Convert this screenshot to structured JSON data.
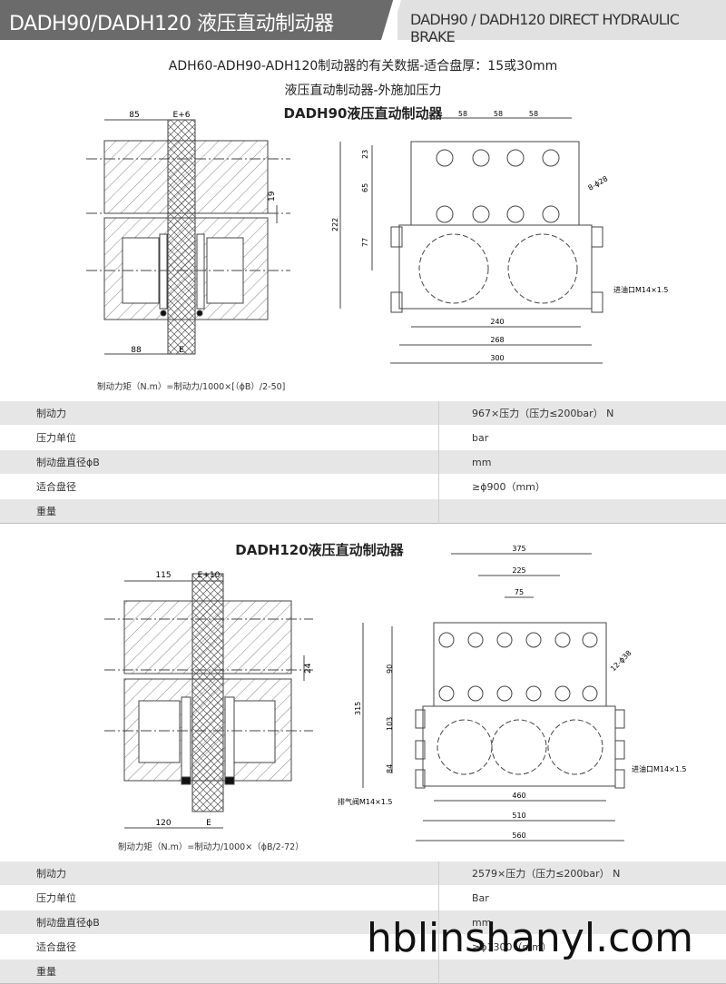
{
  "banner": {
    "title": "DADH90/DADH120 液压直动制动器",
    "title_en": "DADH90 / DADH120 DIRECT HYDRAULIC BRAKE"
  },
  "intro": {
    "line1": "ADH60-ADH90-ADH120制动器的有关数据-适合盘厚：15或30mm",
    "line2": "液压直动制动器-外施加压力"
  },
  "dadh90": {
    "title": "DADH90液压直动制动器",
    "dims_left": {
      "top": "85",
      "top_e": "E+6",
      "gap": "19",
      "bottom": "88",
      "bottom_e": "E"
    },
    "dims_right": {
      "col": "58",
      "r1": "23",
      "r2": "65",
      "r3": "77",
      "height": "222",
      "holes": "8-ϕ28",
      "port": "进油口M14×1.5",
      "w1": "240",
      "w2": "268",
      "w3": "300"
    },
    "formula": "制动力矩（N.m）=制动力/1000×[（ϕB）/2-50]",
    "spec": [
      {
        "label": "制动力",
        "value": "967×压力（压力≤200bar） N"
      },
      {
        "label": "压力单位",
        "value": "bar"
      },
      {
        "label": "制动盘直径ϕB",
        "value": "mm"
      },
      {
        "label": "适合盘径",
        "value": "≥ϕ900（mm）"
      },
      {
        "label": "重量",
        "value": ""
      }
    ]
  },
  "dadh120": {
    "title": "DADH120液压直动制动器",
    "dims_left": {
      "top": "115",
      "top_e": "E+10",
      "gap": "24",
      "bottom": "120",
      "bottom_e": "E"
    },
    "dims_right": {
      "w_top1": "375",
      "w_top2": "225",
      "w_top3": "75",
      "r1": "90",
      "r2": "103",
      "r3": "84",
      "height": "315",
      "holes": "12-ϕ38",
      "port": "进油口M14×1.5",
      "vent": "排气阀M14×1.5",
      "w1": "460",
      "w2": "510",
      "w3": "560"
    },
    "formula": "制动力矩（N.m）=制动力/1000×（ϕB/2-72）",
    "spec": [
      {
        "label": "制动力",
        "value": "2579×压力（压力≤200bar） N"
      },
      {
        "label": "压力单位",
        "value": "Bar"
      },
      {
        "label": "制动盘直径ϕB",
        "value": "mm"
      },
      {
        "label": "适合盘径",
        "value": "≥ϕ1300（mm）"
      },
      {
        "label": "重量",
        "value": ""
      }
    ]
  },
  "watermark": "hblinshanyl.com"
}
